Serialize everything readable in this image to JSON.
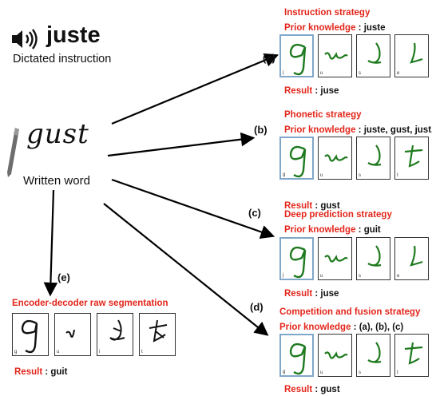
{
  "header": {
    "word": "juste",
    "dictated_label": "Dictated instruction",
    "speaker_icon": "speaker-icon"
  },
  "written": {
    "handwriting": "gust",
    "label": "Written word",
    "pen_icon": "pen-icon"
  },
  "colors": {
    "accent": "#e3261b",
    "ink_green": "#1e7a1e",
    "ink_black": "#111111",
    "box_highlight": "#7fa7c9"
  },
  "panels": {
    "a": {
      "label": "(a)",
      "strategy": "Instruction strategy",
      "prior_key": "Prior knowledge",
      "prior_value": " : juste",
      "result_key": "Result",
      "result_value": " : juse",
      "letters": [
        "j",
        "u",
        "s",
        "e"
      ]
    },
    "b": {
      "label": "(b)",
      "strategy": "Phonetic strategy",
      "prior_key": "Prior knowledge",
      "prior_value": " : juste, gust, just.",
      "result_key": "Result",
      "result_value": " : gust",
      "letters": [
        "g",
        "u",
        "s",
        "t"
      ]
    },
    "c": {
      "label": "(c)",
      "strategy": "Deep prediction strategy",
      "prior_key": "Prior knowledge",
      "prior_value": " : guit",
      "result_key": "Result",
      "result_value": " : juse",
      "letters": [
        "j",
        "u",
        "s",
        "e"
      ]
    },
    "d": {
      "label": "(d)",
      "strategy": "Competition and fusion strategy",
      "prior_key": "Prior knowledge",
      "prior_value": " : (a), (b), (c)",
      "result_key": "Result",
      "result_value": " : gust",
      "letters": [
        "g",
        "u",
        "s",
        "t"
      ]
    },
    "e": {
      "label": "(e)",
      "strategy": "Encoder-decoder raw segmentation",
      "result_key": "Result",
      "result_value": " : guit",
      "letters": [
        "g",
        "u",
        "i",
        "t"
      ]
    }
  }
}
